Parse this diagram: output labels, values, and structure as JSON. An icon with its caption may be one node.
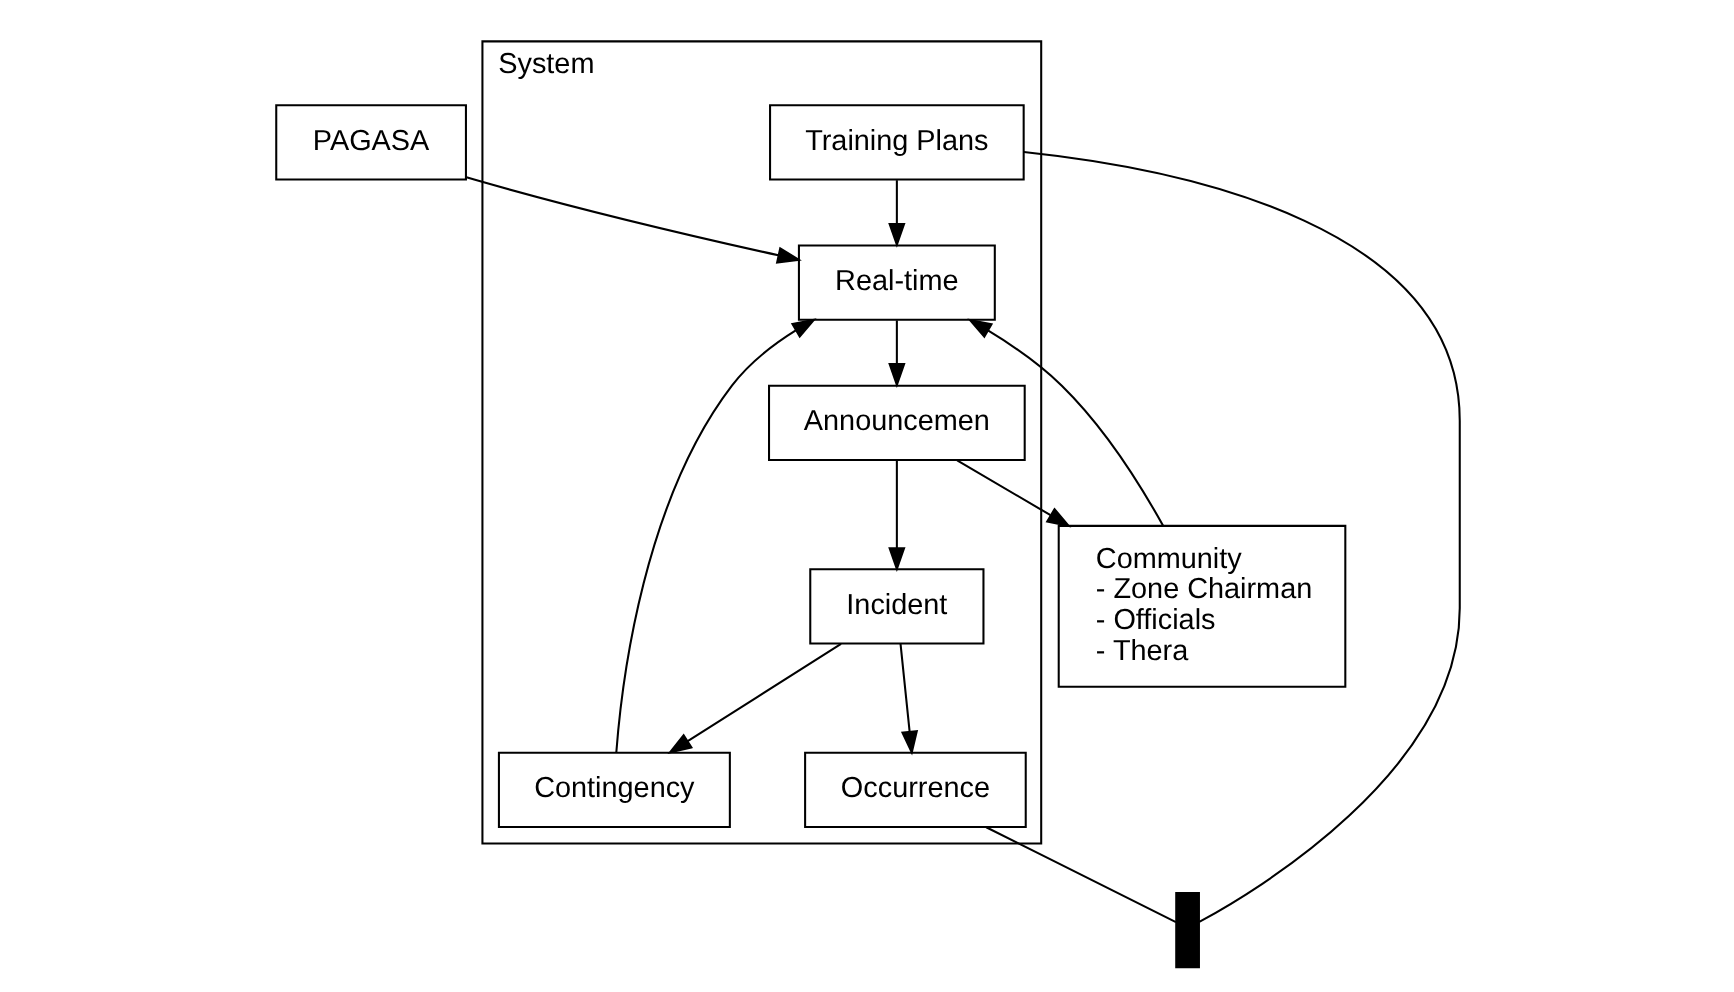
{
  "diagram": {
    "nodes": [
      {
        "text": [
          "System"
        ]
      },
      {
        "text": [
          "PAGASA"
        ]
      },
      {
        "text": [
          "Community",
          "- Zone Chairman",
          "- Officials",
          "- Thera"
        ]
      },
      {
        "text": [
          "Real-time"
        ],
        "in": 0
      },
      {
        "text": [
          "Announcemen"
        ],
        "in": 0
      },
      {
        "text": [
          "Contingency"
        ],
        "in": 0
      },
      {
        "text": [
          "Incident"
        ],
        "in": 0
      },
      {
        "text": [
          "Occurrence"
        ],
        "in": 0
      },
      {
        "text": [
          "Training Plans"
        ],
        "in": 0
      },
      {
        "text": [],
        "shape": "bar"
      }
    ],
    "edges": [
      {
        "from": 1,
        "to": 3,
        "arrow": "to"
      },
      {
        "from": 2,
        "to": 3,
        "arrow": "to"
      },
      {
        "from": 3,
        "to": 4,
        "arrow": "to"
      },
      {
        "from": 4,
        "to": 2,
        "arrow": "to"
      },
      {
        "from": 4,
        "to": 6,
        "arrow": "to"
      },
      {
        "from": 6,
        "to": 5,
        "arrow": "to"
      },
      {
        "from": 5,
        "to": 3,
        "arrow": "to"
      },
      {
        "from": 8,
        "to": 3,
        "arrow": "to"
      },
      {
        "from": 6,
        "to": 7,
        "arrow": "to"
      },
      {
        "from": 7,
        "to": 9,
        "arrow": "none"
      },
      {
        "from": 8,
        "to": 9,
        "arrow": "none"
      }
    ]
  }
}
